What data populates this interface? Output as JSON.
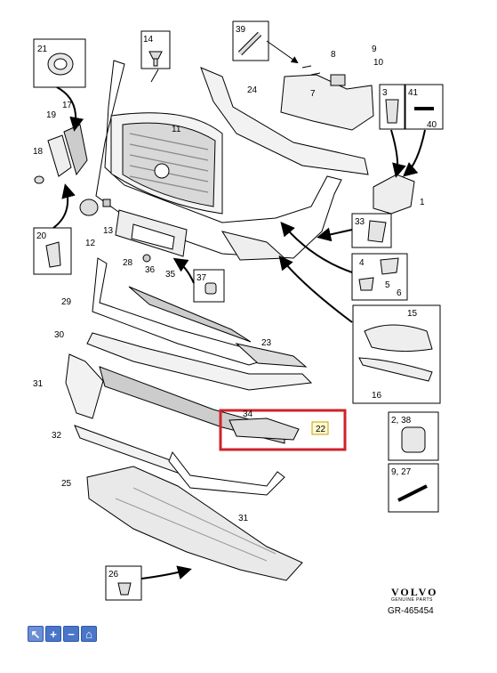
{
  "brand": {
    "name": "VOLVO",
    "tagline": "GENUINE PARTS",
    "reference": "GR-465454"
  },
  "highlight_color": "#d0222a",
  "callout_fill": "#fff8d0",
  "toolbar": [
    {
      "icon": "cursor-icon",
      "glyph": "↖"
    },
    {
      "icon": "zoom-in-icon",
      "glyph": "+"
    },
    {
      "icon": "zoom-out-icon",
      "glyph": "−"
    },
    {
      "icon": "home-icon",
      "glyph": "⌂"
    }
  ],
  "labels": {
    "p1": "1",
    "p2_38": "2, 38",
    "p5": "5",
    "p6": "6",
    "p7": "7",
    "p8": "8",
    "p9": "9",
    "p9_27": "9, 27",
    "p10": "10",
    "p11": "11",
    "p12": "12",
    "p13": "13",
    "p14": "14",
    "p15": "15",
    "p16": "16",
    "p17": "17",
    "p18": "18",
    "p19": "19",
    "p20": "20",
    "p21": "21",
    "p22": "22",
    "p23": "23",
    "p24": "24",
    "p25": "25",
    "p26": "26",
    "p28": "28",
    "p29": "29",
    "p30": "30",
    "p31a": "31",
    "p31b": "31",
    "p32": "32",
    "p33": "33",
    "p34": "34",
    "p35": "35",
    "p36": "36",
    "p37": "37",
    "p39": "39",
    "p4": "4",
    "p3": "3",
    "p40": "40",
    "p41": "41"
  }
}
